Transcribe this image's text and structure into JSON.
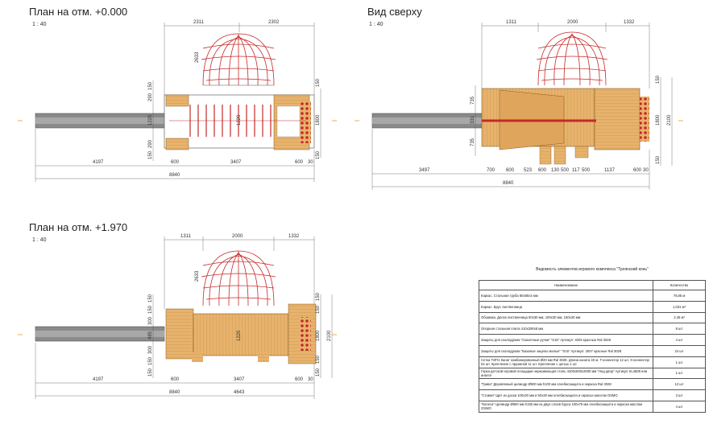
{
  "views": {
    "plan0": {
      "title": "План на отм. +0.000",
      "scale": "1 : 40",
      "dims_top": [
        "2311",
        "2302"
      ],
      "dims_bottom1": [
        "4197",
        "600",
        "3407",
        "600",
        "30"
      ],
      "dims_bottom2": "8840",
      "dims_left": [
        "150",
        "290",
        "1220",
        "290",
        "150"
      ],
      "dims_right": [
        "150",
        "1800",
        "150"
      ],
      "dim_net": "2633",
      "dim_center": "1220"
    },
    "top": {
      "title": "Вид сверху",
      "scale": "1 : 40",
      "dims_top": [
        "1311",
        "2000",
        "1332"
      ],
      "dims_bottom1": [
        "3497",
        "700",
        "600",
        "523",
        "600",
        "130",
        "500",
        "117",
        "500",
        "1137",
        "600",
        "30"
      ],
      "dims_bottom2": "8840",
      "dims_left": [
        "735",
        "331",
        "735"
      ],
      "dims_right": [
        "150",
        "1800",
        "150"
      ],
      "dim_right2": "2100"
    },
    "plan197": {
      "title": "План на отм. +1.970",
      "scale": "1 : 40",
      "dims_top": [
        "1311",
        "2000",
        "1332"
      ],
      "dims_bottom1": [
        "4197",
        "600",
        "3407",
        "600",
        "30"
      ],
      "dims_bottom2": [
        "8840",
        "4643"
      ],
      "dims_left": [
        "150",
        "150",
        "300",
        "485",
        "300",
        "150",
        "150"
      ],
      "dims_right": [
        "150",
        "150",
        "1800",
        "150",
        "150"
      ],
      "dim_right2": "2100",
      "dim_net": "2633",
      "dim_center": "1220"
    }
  },
  "spec": {
    "title": "Ведомость элементов игрового комплекса \"Троянский конь\"",
    "col_name": "Наименование",
    "col_qty": "Количество",
    "rows": [
      {
        "name": "Каркас. Стальная труба 80х80х4 мм",
        "qty": "76,85 м"
      },
      {
        "name": "Каркас. Брус лиственница",
        "qty": "1,031 м³"
      },
      {
        "name": "Обшивка. Доска лиственница 50х30 мм, 100х30 мм, 150х30 мм",
        "qty": "2,45 м³"
      },
      {
        "name": "Опорная стальная плита 410х290х8 мм",
        "qty": "8 шт"
      },
      {
        "name": "Защиты для скалодрома \"Сказочные ручки\" \"S15\" Артикул: 4003 красные Ral 3028",
        "qty": "4 шт"
      },
      {
        "name": "Защиты для скалодрома \"Базовые зацепы малые\" \"S15\" Артикул: 2007 красные Ral 3028",
        "qty": "24 шт"
      },
      {
        "name": "Сетка ТИП1 Канат комбинированный Ø20 мм Ral 3028. Длина каната 40 м. Т-коннектор 12 шт. Х-коннектор 54 шт. Крепление с пружиной 11 шт. Крепление с цепью 1 шт",
        "qty": "1 шт"
      },
      {
        "name": "Горка детской игровой площадки нержавеющая сталь 4400х500х2000 мм \"Нед двор\" Артикул SL4508 или аналог",
        "qty": "1 шт"
      },
      {
        "name": "\"Грива\" Деревянный цилиндр Ø500 мм h100 мм огнебиозащита и окраска Ral 3028",
        "qty": "12 шт"
      },
      {
        "name": "\"Ставни\" Щит из доски 100х30 мм и 50х30 мм огнебиозащита и окраска маслом OSMO",
        "qty": "3 шт"
      },
      {
        "name": "\"Колеса\" Цилиндр Ø600 мм h150 мм из двух слоев бруса 100х75 мм огнебиозащита и окраска маслом OSMO",
        "qty": "4 шт"
      }
    ]
  },
  "colors": {
    "wood": "#e7b36c",
    "wood_dark": "#b98440",
    "red": "#c62828",
    "steel": "#777777",
    "dim_line": "#4a7fc0"
  }
}
